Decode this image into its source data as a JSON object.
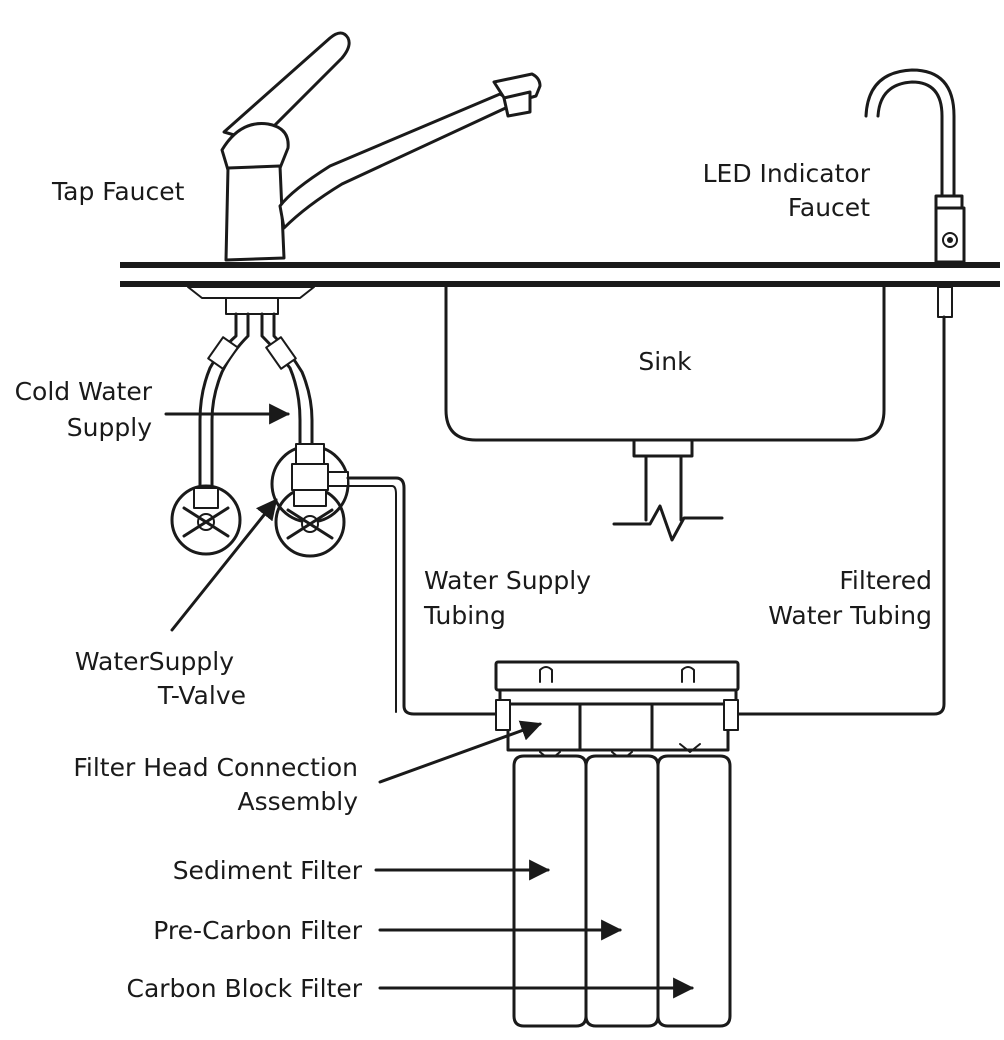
{
  "labels": {
    "tap_faucet": "Tap Faucet",
    "led_faucet_line1": "LED Indicator",
    "led_faucet_line2": "Faucet",
    "sink": "Sink",
    "cold_water_line1": "Cold Water",
    "cold_water_line2": "Supply",
    "water_supply_tubing_line1": "Water Supply",
    "water_supply_tubing_line2": "Tubing",
    "filtered_tubing_line1": "Filtered",
    "filtered_tubing_line2": "Water Tubing",
    "t_valve_line1": "WaterSupply",
    "t_valve_line2": "T-Valve",
    "filter_head_line1": "Filter Head Connection",
    "filter_head_line2": "Assembly",
    "sediment_filter": "Sediment Filter",
    "pre_carbon_filter": "Pre-Carbon Filter",
    "carbon_block_filter": "Carbon Block Filter"
  },
  "colors": {
    "ink": "#1a1a1a",
    "background": "#ffffff"
  }
}
